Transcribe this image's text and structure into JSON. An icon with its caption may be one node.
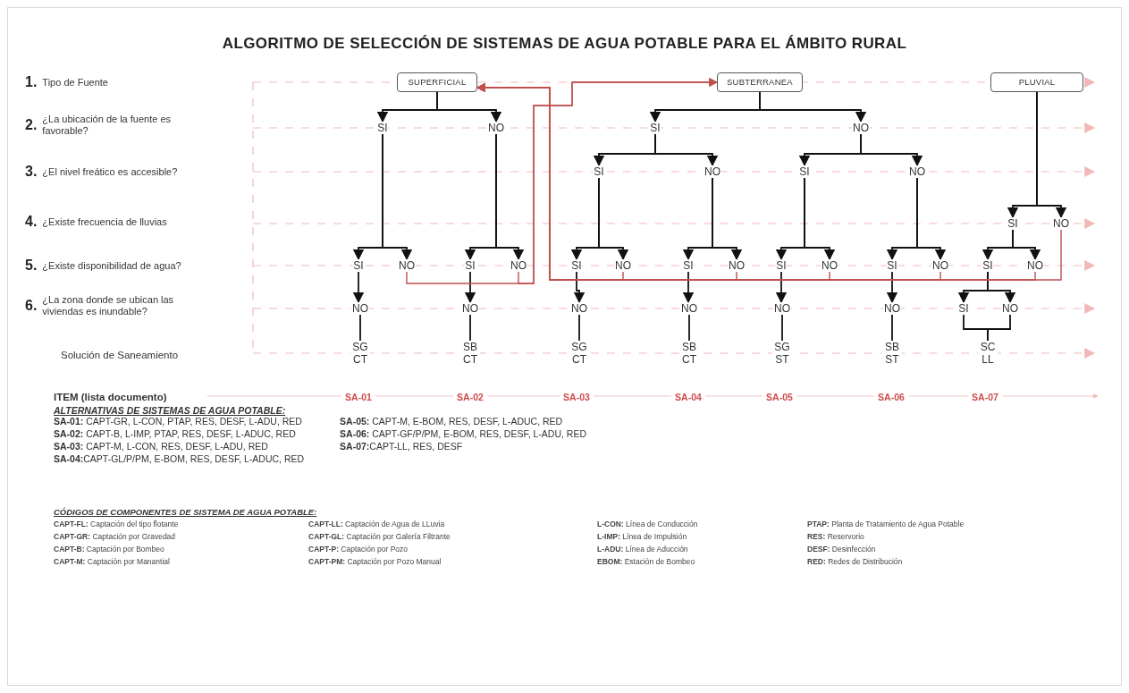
{
  "diagram": {
    "title": "ALGORITMO DE SELECCIÓN DE SISTEMAS DE AGUA POTABLE PARA EL ÁMBITO RURAL",
    "nodes": [
      {
        "text": [
          "SUPERFICIAL"
        ]
      },
      {
        "text": [
          "SUBTERRANEA"
        ]
      },
      {
        "text": [
          "PLUVIAL"
        ]
      },
      {
        "text": [
          "SI"
        ]
      },
      {
        "text": [
          "NO"
        ]
      },
      {
        "text": [
          "SI"
        ]
      },
      {
        "text": [
          "NO"
        ]
      },
      {
        "text": [
          "SI"
        ]
      },
      {
        "text": [
          "NO"
        ]
      },
      {
        "text": [
          "SI"
        ]
      },
      {
        "text": [
          "NO"
        ]
      },
      {
        "text": [
          "SI"
        ]
      },
      {
        "text": [
          "NO"
        ]
      },
      {
        "text": [
          "SI"
        ]
      },
      {
        "text": [
          "NO"
        ]
      },
      {
        "text": [
          "SI"
        ]
      },
      {
        "text": [
          "NO"
        ]
      },
      {
        "text": [
          "SI"
        ]
      },
      {
        "text": [
          "NO"
        ]
      },
      {
        "text": [
          "SI"
        ]
      },
      {
        "text": [
          "NO"
        ]
      },
      {
        "text": [
          "SI"
        ]
      },
      {
        "text": [
          "NO"
        ]
      },
      {
        "text": [
          "SI"
        ]
      },
      {
        "text": [
          "NO"
        ]
      },
      {
        "text": [
          "SI"
        ]
      },
      {
        "text": [
          "NO"
        ]
      },
      {
        "text": [
          "NO"
        ]
      },
      {
        "text": [
          "NO"
        ]
      },
      {
        "text": [
          "NO"
        ]
      },
      {
        "text": [
          "NO"
        ]
      },
      {
        "text": [
          "NO"
        ]
      },
      {
        "text": [
          "NO"
        ]
      },
      {
        "text": [
          "SI"
        ]
      },
      {
        "text": [
          "NO"
        ]
      },
      {
        "text": [
          "SG CT"
        ]
      },
      {
        "text": [
          "SB CT"
        ]
      },
      {
        "text": [
          "SG CT"
        ]
      },
      {
        "text": [
          "SB CT"
        ]
      },
      {
        "text": [
          "SG ST"
        ]
      },
      {
        "text": [
          "SB ST"
        ]
      },
      {
        "text": [
          "SC LL"
        ]
      }
    ],
    "edges": [
      {
        "from": 0,
        "to": 3,
        "arrow": "to"
      },
      {
        "from": 0,
        "to": 4,
        "arrow": "to"
      },
      {
        "from": 1,
        "to": 5,
        "arrow": "to"
      },
      {
        "from": 1,
        "to": 6,
        "arrow": "to"
      },
      {
        "from": 5,
        "to": 7,
        "arrow": "to"
      },
      {
        "from": 5,
        "to": 8,
        "arrow": "to"
      },
      {
        "from": 6,
        "to": 9,
        "arrow": "to"
      },
      {
        "from": 6,
        "to": 10,
        "arrow": "to"
      },
      {
        "from": 2,
        "to": 11,
        "arrow": "to"
      },
      {
        "from": 2,
        "to": 12,
        "arrow": "to"
      },
      {
        "from": 3,
        "to": 13,
        "arrow": "to"
      },
      {
        "from": 3,
        "to": 14,
        "arrow": "to"
      },
      {
        "from": 4,
        "to": 15,
        "arrow": "to"
      },
      {
        "from": 4,
        "to": 16,
        "arrow": "to"
      },
      {
        "from": 7,
        "to": 17,
        "arrow": "to"
      },
      {
        "from": 7,
        "to": 18,
        "arrow": "to"
      },
      {
        "from": 8,
        "to": 19,
        "arrow": "to"
      },
      {
        "from": 8,
        "to": 20,
        "arrow": "to"
      },
      {
        "from": 9,
        "to": 21,
        "arrow": "to"
      },
      {
        "from": 9,
        "to": 22,
        "arrow": "to"
      },
      {
        "from": 10,
        "to": 23,
        "arrow": "to"
      },
      {
        "from": 10,
        "to": 24,
        "arrow": "to"
      },
      {
        "from": 11,
        "to": 25,
        "arrow": "to"
      },
      {
        "from": 11,
        "to": 26,
        "arrow": "to"
      },
      {
        "from": 13,
        "to": 27,
        "arrow": "to"
      },
      {
        "from": 15,
        "to": 28,
        "arrow": "to"
      },
      {
        "from": 17,
        "to": 29,
        "arrow": "to"
      },
      {
        "from": 19,
        "to": 30,
        "arrow": "to"
      },
      {
        "from": 21,
        "to": 31,
        "arrow": "to"
      },
      {
        "from": 23,
        "to": 32,
        "arrow": "to"
      },
      {
        "from": 25,
        "to": 33,
        "arrow": "to"
      },
      {
        "from": 25,
        "to": 34,
        "arrow": "to"
      },
      {
        "from": 27,
        "to": 35,
        "arrow": "none"
      },
      {
        "from": 28,
        "to": 36,
        "arrow": "none"
      },
      {
        "from": 29,
        "to": 37,
        "arrow": "none"
      },
      {
        "from": 30,
        "to": 38,
        "arrow": "none"
      },
      {
        "from": 31,
        "to": 39,
        "arrow": "none"
      },
      {
        "from": 32,
        "to": 40,
        "arrow": "none"
      },
      {
        "from": 33,
        "to": 41,
        "arrow": "none"
      },
      {
        "from": 34,
        "to": 41,
        "arrow": "none"
      },
      {
        "from": 14,
        "to": 1,
        "arrow": "to",
        "color": "#c0504d"
      },
      {
        "from": 16,
        "to": 1,
        "arrow": "to",
        "color": "#c0504d"
      },
      {
        "from": 18,
        "to": 0,
        "arrow": "to",
        "color": "#c0504d"
      },
      {
        "from": 20,
        "to": 0,
        "arrow": "to",
        "color": "#c0504d"
      },
      {
        "from": 22,
        "to": 0,
        "arrow": "to",
        "color": "#c0504d"
      },
      {
        "from": 24,
        "to": 0,
        "arrow": "to",
        "color": "#c0504d"
      },
      {
        "from": 26,
        "to": 0,
        "arrow": "to",
        "color": "#c0504d"
      },
      {
        "from": 12,
        "to": 0,
        "arrow": "to",
        "color": "#c0504d"
      }
    ],
    "labels": [
      "1.",
      "Tipo de Fuente",
      "2.",
      "¿La ubicación de la fuente es favorable?",
      "3.",
      "¿El nivel freático es accesible?",
      "4.",
      "¿Existe frecuencia de lluvias",
      "5.",
      "¿Existe disponibilidad de agua?",
      "6.",
      "¿La zona donde se ubican las viviendas es inundable?",
      "Solución de Saneamiento",
      "ITEM (lista documento)",
      "SA-01",
      "SA-02",
      "SA-03",
      "SA-04",
      "SA-05",
      "SA-06",
      "SA-07",
      "ALTERNATIVAS DE SISTEMAS DE AGUA POTABLE:",
      "**SA-01:** CAPT-GR, L-CON, PTAP, RES, DESF, L-ADU, RED",
      "**SA-02:** CAPT-B, L-IMP, PTAP, RES, DESF, L-ADUC, RED",
      "**SA-03:** CAPT-M, L-CON, RES, DESF, L-ADU, RED",
      "**SA-04:**CAPT-GL/P/PM, E-BOM, RES, DESF, L-ADUC, RED",
      "**SA-05:** CAPT-M, E-BOM, RES, DESF, L-ADUC, RED",
      "**SA-06:** CAPT-GF/P/PM, E-BOM, RES, DESF, L-ADU, RED",
      "**SA-07:**CAPT-LL, RES, DESF",
      "CÓDIGOS DE COMPONENTES DE SISTEMA DE AGUA POTABLE:",
      "**CAPT-FL:** Captación del tipo flotante",
      "**CAPT-GR:** Captación por Gravedad",
      "**CAPT-B:** Captación por Bombeo",
      "**CAPT-M:** Captación por Manantial",
      "**CAPT-LL:** Captación de Agua de LLuvia",
      "**CAPT-GL:** Captación por Galería Filtrante",
      "**CAPT-P:** Captación por Pozo",
      "**CAPT-PM:** Captación por Pozo Manual",
      "**L-CON:** Línea de Conducción",
      "**L-IMP:** Línea de Impulsión",
      "**L-ADU:** Línea de Aducción",
      "**EBOM:** Estación de Bombeo",
      "**PTAP:** Planta de Tratamiento de Agua Potable",
      "**RES:** Reservorio",
      "**DESF:** Desinfección",
      "**RED:** Redes de Distribución"
    ]
  }
}
